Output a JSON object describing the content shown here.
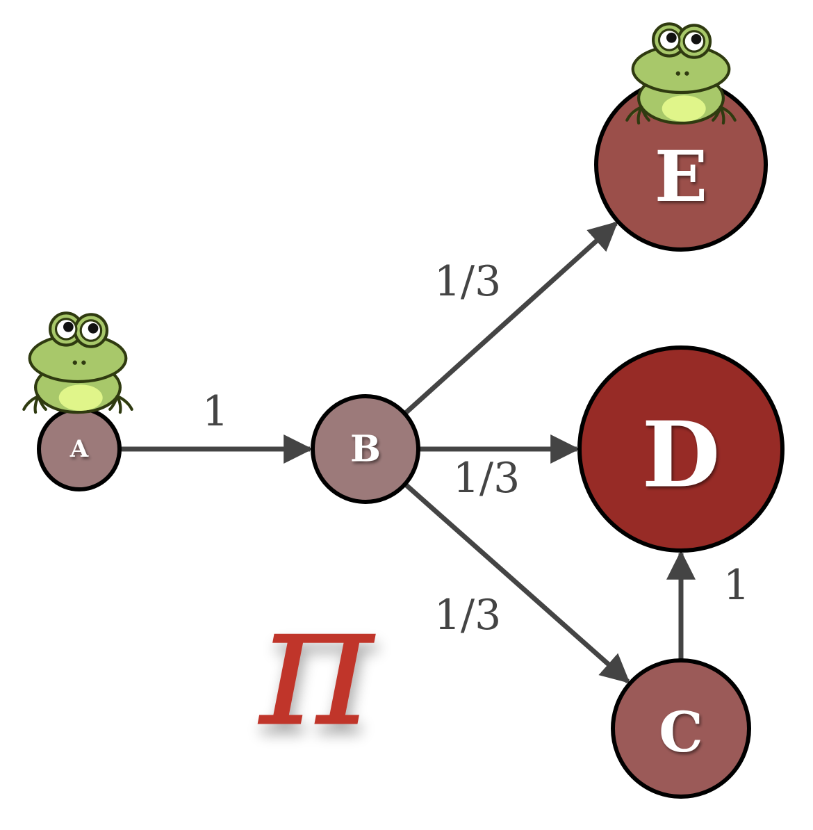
{
  "nodes": {
    "A": {
      "label": "A",
      "color": "#9c7a7a"
    },
    "B": {
      "label": "B",
      "color": "#9c7a7a"
    },
    "C": {
      "label": "C",
      "color": "#9b5a58"
    },
    "D": {
      "label": "D",
      "color": "#972b26"
    },
    "E": {
      "label": "E",
      "color": "#9b4f4a"
    }
  },
  "edges": [
    {
      "from": "A",
      "to": "B",
      "label": "1"
    },
    {
      "from": "B",
      "to": "E",
      "label": "1/3"
    },
    {
      "from": "B",
      "to": "D",
      "label": "1/3"
    },
    {
      "from": "B",
      "to": "C",
      "label": "1/3"
    },
    {
      "from": "C",
      "to": "D",
      "label": "1"
    }
  ],
  "frogs": [
    {
      "on_node": "A",
      "icon": "frog-icon"
    },
    {
      "on_node": "E",
      "icon": "frog-icon"
    }
  ],
  "symbol": {
    "text": "π",
    "color": "#c0362c"
  },
  "colors": {
    "edge": "#444444",
    "frog_body": "#a8c86a",
    "frog_outline": "#2f3a10",
    "frog_belly": "#e0f58a"
  }
}
